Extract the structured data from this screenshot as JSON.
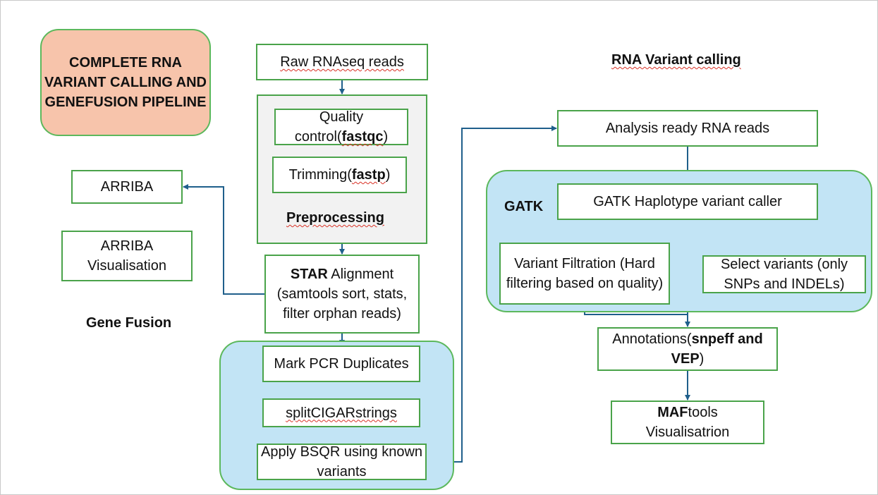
{
  "title": "COMPLETE RNA VARIANT CALLING AND GENEFUSION PIPELINE",
  "labels": {
    "rna_variant_calling": "RNA Variant calling",
    "gene_fusion": "Gene Fusion",
    "preprocessing": "Preprocessing",
    "gatk": "GATK"
  },
  "nodes": {
    "raw_reads": "Raw RNAseq reads",
    "qc_prefix": "Quality control(",
    "qc_tool": "fastqc",
    "qc_suffix": ")",
    "trim_prefix": "Trimming(",
    "trim_tool": "fastp",
    "trim_suffix": ")",
    "star_tool": "STAR",
    "star_text": " Alignment (samtools sort, stats, filter orphan reads)",
    "mark_dup": "Mark PCR Duplicates",
    "split_cigar": "splitCIGARstrings",
    "bsqr": "Apply BSQR using known variants",
    "arriba": "ARRIBA",
    "arriba_vis": "ARRIBA Visualisation",
    "analysis_ready": "Analysis ready RNA reads",
    "haplotype": "GATK Haplotype variant caller",
    "variant_filtration": "Variant Filtration (Hard filtering based on quality)",
    "select_variants": "Select variants (only SNPs and INDELs)",
    "annot_prefix": "Annotations(",
    "annot_tool": "snpeff and VEP",
    "annot_suffix": ")",
    "maf_tool": "MAF",
    "maf_text": "tools Visualisatrion"
  },
  "colors": {
    "box_border": "#4aa34a",
    "region_fill": "#c2e4f5",
    "title_fill": "#f7c4ab",
    "connector": "#1f5f8b"
  }
}
